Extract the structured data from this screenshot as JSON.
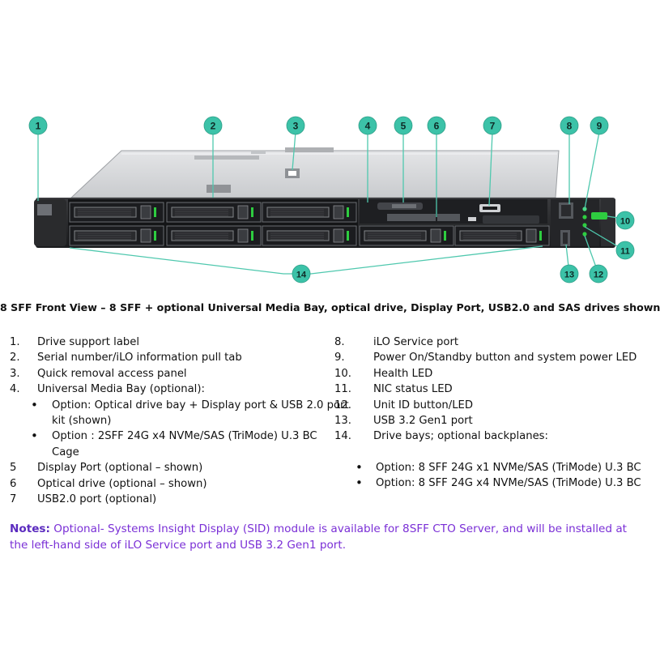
{
  "callouts": [
    "1",
    "2",
    "3",
    "4",
    "5",
    "6",
    "7",
    "8",
    "9",
    "10",
    "11",
    "12",
    "13",
    "14"
  ],
  "caption": "8 SFF Front View – 8 SFF + optional Universal Media Bay, optical drive, Display Port, USB2.0 and SAS drives shown",
  "legend_left": [
    {
      "num": "1.",
      "text": "Drive support label"
    },
    {
      "num": "2.",
      "text": "Serial number/iLO information pull tab"
    },
    {
      "num": "3.",
      "text": "Quick removal access panel"
    },
    {
      "num": "4.",
      "text": "Universal Media Bay (optional):"
    },
    {
      "bullet": "•",
      "text": "Option: Optical drive bay + Display port & USB 2.0 port"
    },
    {
      "text": "kit (shown)"
    },
    {
      "bullet": "•",
      "text": "Option : 2SFF 24G x4 NVMe/SAS (TriMode) U.3 BC"
    },
    {
      "text": "Cage"
    },
    {
      "num": "5",
      "text": "Display Port (optional – shown)"
    },
    {
      "num": "6",
      "text": "Optical drive (optional – shown)"
    },
    {
      "num": "7",
      "text": "USB2.0 port (optional)"
    }
  ],
  "legend_right": [
    {
      "num": "8.",
      "text": "iLO Service port"
    },
    {
      "num": "9.",
      "text": "Power On/Standby button and system power LED"
    },
    {
      "num": "10.",
      "text": "Health LED"
    },
    {
      "num": "11.",
      "text": "NIC status LED"
    },
    {
      "num": "12.",
      "text": "Unit ID button/LED"
    },
    {
      "num": "13.",
      "text": "USB 3.2 Gen1 port"
    },
    {
      "num": "14.",
      "text": "Drive bays; optional backplanes:"
    }
  ],
  "legend_right_bullets": [
    "Option: 8 SFF 24G x1 NVMe/SAS (TriMode) U.3 BC",
    "Option: 8 SFF 24G x4 NVMe/SAS (TriMode) U.3 BC"
  ],
  "notes": {
    "label": "Notes:",
    "text": " Optional- Systems Insight Display (SID) module is available for 8SFF CTO Server, and will be installed at the left-hand side of iLO Service port and USB 3.2 Gen1 port."
  },
  "colors": {
    "callout": "#3cc2a8",
    "callout_line": "#4fc8ae",
    "notes": "#7a2fd6",
    "health_led": "#2ecc40"
  }
}
